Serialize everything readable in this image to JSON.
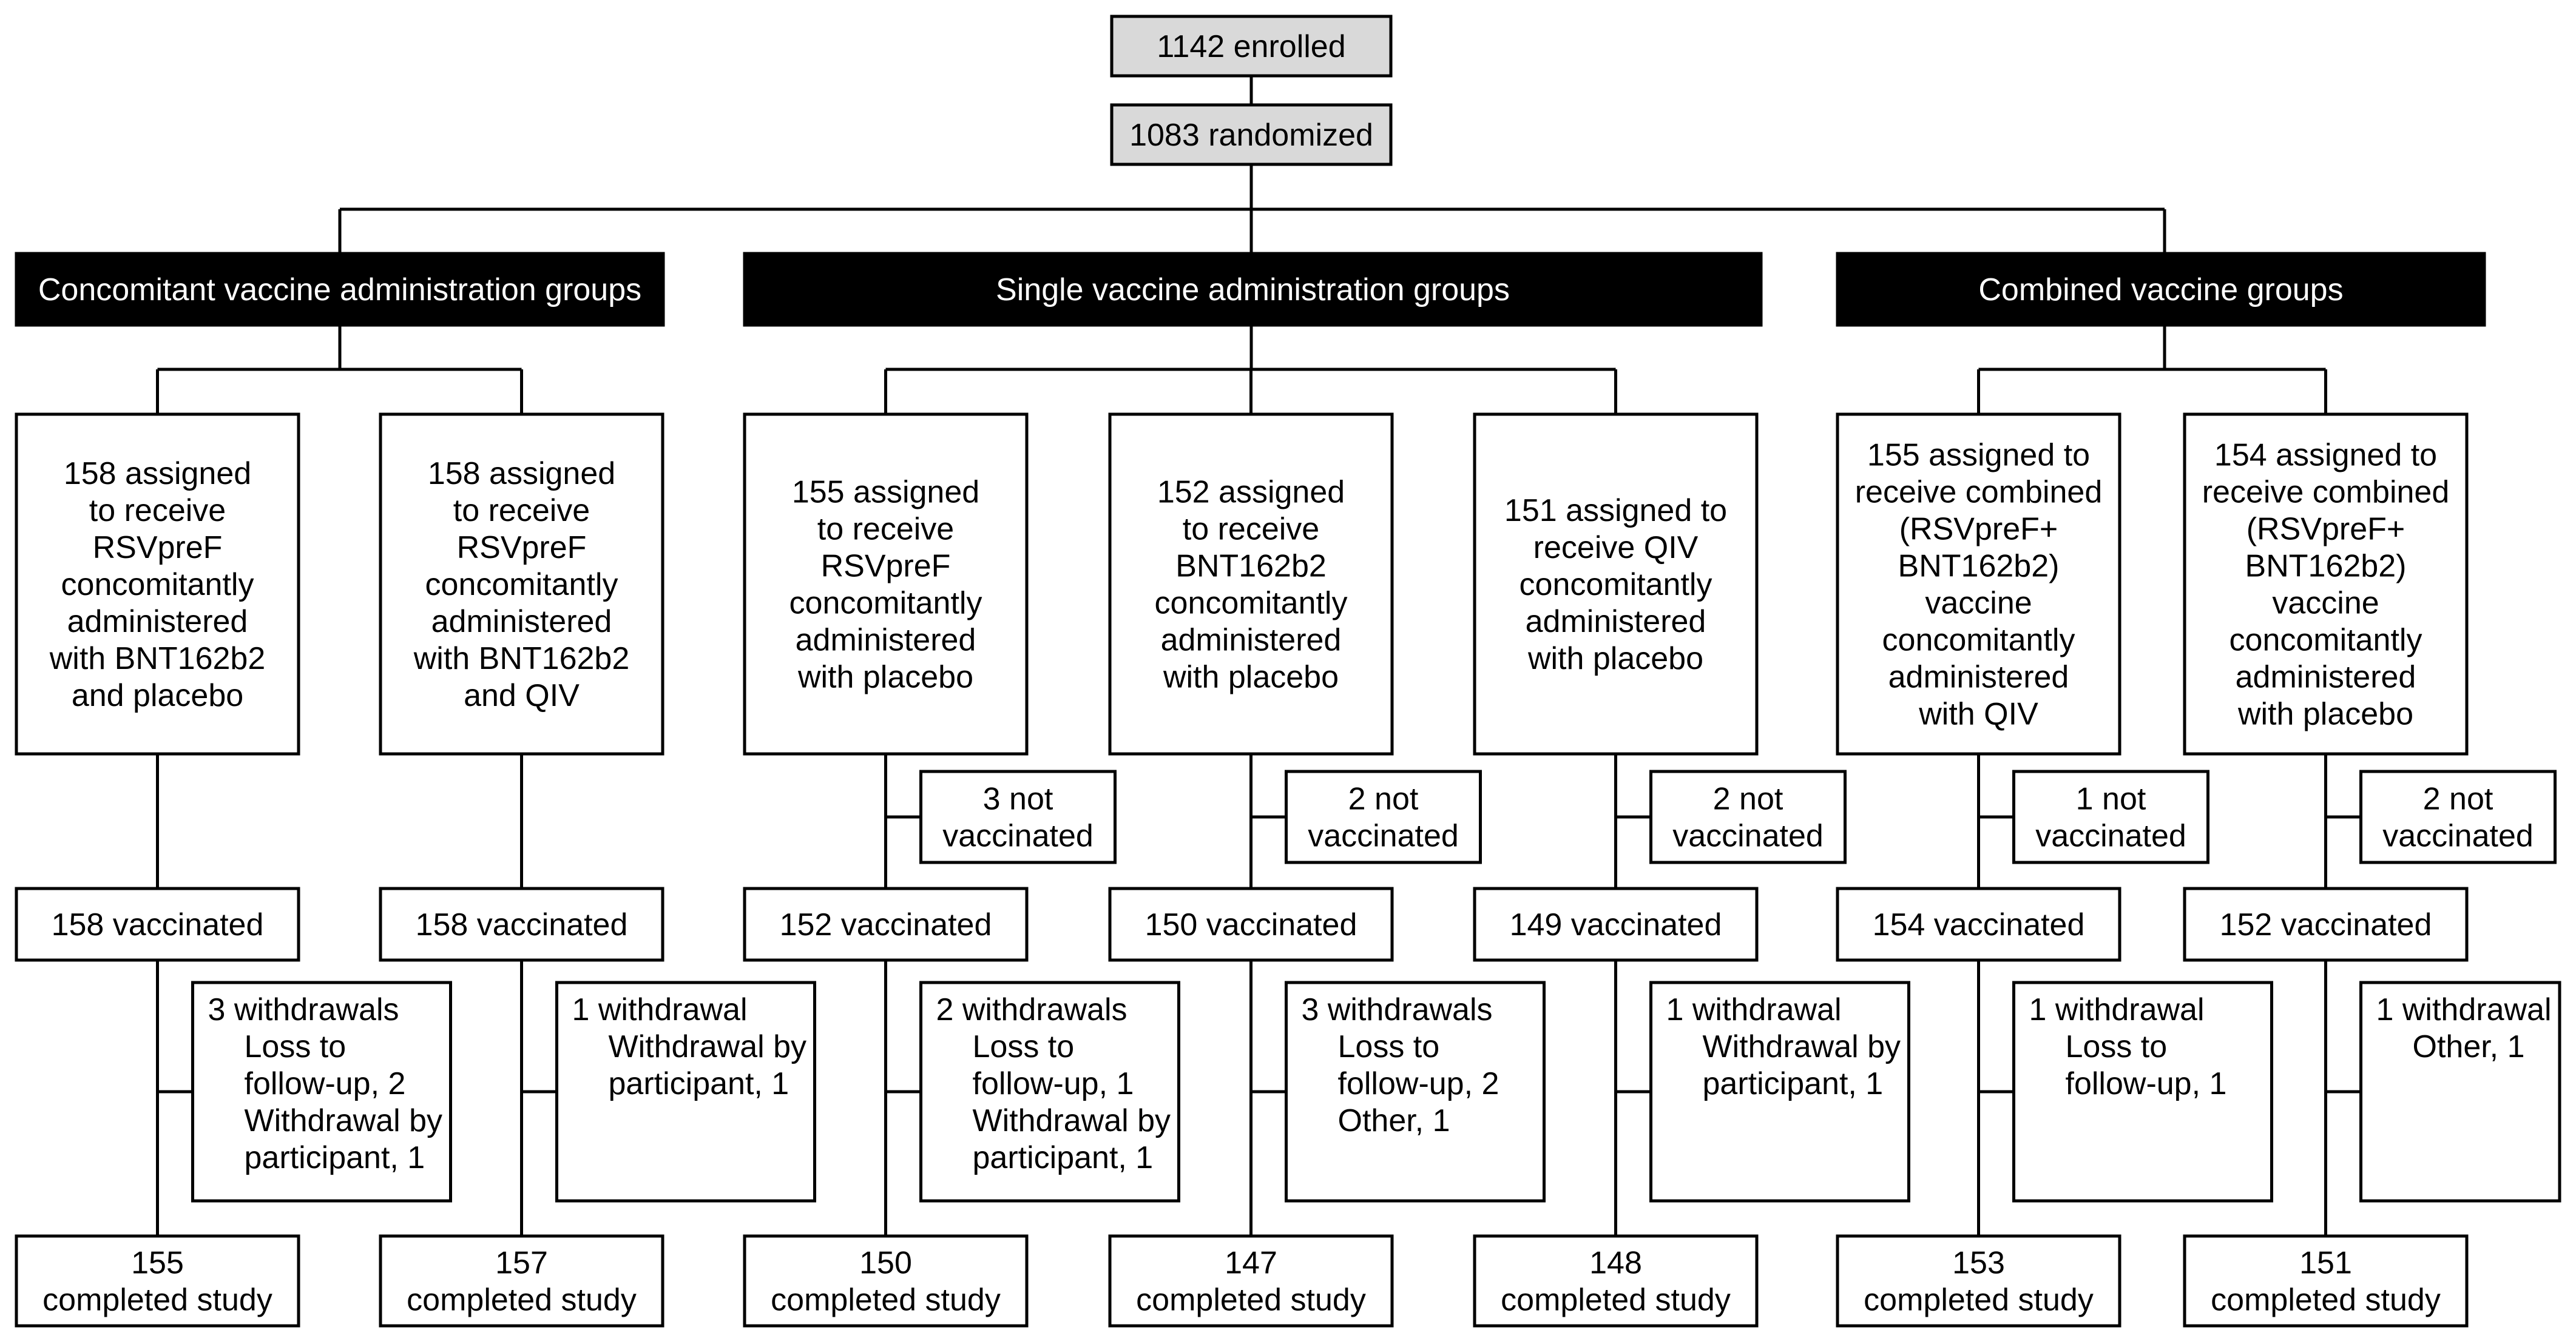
{
  "colors": {
    "top_box_fill": "#d9d9d9",
    "group_header_fill": "#000000",
    "group_header_text": "#ffffff",
    "line": "#000000",
    "box_fill": "#ffffff"
  },
  "top": {
    "enrolled": "1142 enrolled",
    "randomized": "1083 randomized"
  },
  "groups": [
    {
      "label": "Concomitant vaccine administration groups"
    },
    {
      "label": "Single vaccine administration groups"
    },
    {
      "label": "Combined vaccine groups"
    }
  ],
  "arms": [
    {
      "assigned": [
        "158 assigned",
        "to receive",
        "RSVpreF",
        "concomitantly",
        "administered",
        "with BNT162b2",
        "and placebo"
      ],
      "not_vaccinated": [],
      "vaccinated": "158 vaccinated",
      "withdrawals": [
        "3 withdrawals",
        "Loss to",
        "follow-up, 2",
        "Withdrawal by",
        "participant, 1"
      ],
      "completed": [
        "155",
        "completed study"
      ]
    },
    {
      "assigned": [
        "158 assigned",
        "to receive",
        "RSVpreF",
        "concomitantly",
        "administered",
        "with BNT162b2",
        "and QIV"
      ],
      "not_vaccinated": [],
      "vaccinated": "158 vaccinated",
      "withdrawals": [
        "1 withdrawal",
        "Withdrawal by",
        "participant, 1"
      ],
      "completed": [
        "157",
        "completed study"
      ]
    },
    {
      "assigned": [
        "155 assigned",
        "to receive",
        "RSVpreF",
        "concomitantly",
        "administered",
        "with placebo"
      ],
      "not_vaccinated": [
        "3 not",
        "vaccinated"
      ],
      "vaccinated": "152 vaccinated",
      "withdrawals": [
        "2 withdrawals",
        "Loss to",
        "follow-up, 1",
        "Withdrawal by",
        "participant, 1"
      ],
      "completed": [
        "150",
        "completed study"
      ]
    },
    {
      "assigned": [
        "152 assigned",
        "to receive",
        "BNT162b2",
        "concomitantly",
        "administered",
        "with placebo"
      ],
      "not_vaccinated": [
        "2 not",
        "vaccinated"
      ],
      "vaccinated": "150 vaccinated",
      "withdrawals": [
        "3 withdrawals",
        "Loss to",
        "follow-up, 2",
        "Other, 1"
      ],
      "completed": [
        "147",
        "completed study"
      ]
    },
    {
      "assigned": [
        "151 assigned to",
        "receive QIV",
        "concomitantly",
        "administered",
        "with placebo"
      ],
      "not_vaccinated": [
        "2 not",
        "vaccinated"
      ],
      "vaccinated": "149 vaccinated",
      "withdrawals": [
        "1 withdrawal",
        "Withdrawal by",
        "participant, 1"
      ],
      "completed": [
        "148",
        "completed study"
      ]
    },
    {
      "assigned": [
        "155 assigned to",
        "receive combined",
        "(RSVpreF+",
        "BNT162b2)",
        "vaccine",
        "concomitantly",
        "administered",
        "with QIV"
      ],
      "not_vaccinated": [
        "1 not",
        "vaccinated"
      ],
      "vaccinated": "154 vaccinated",
      "withdrawals": [
        "1 withdrawal",
        "Loss to",
        "follow-up, 1"
      ],
      "completed": [
        "153",
        "completed study"
      ]
    },
    {
      "assigned": [
        "154 assigned to",
        "receive combined",
        "(RSVpreF+",
        "BNT162b2)",
        "vaccine",
        "concomitantly",
        "administered",
        "with placebo"
      ],
      "not_vaccinated": [
        "2 not",
        "vaccinated"
      ],
      "vaccinated": "152 vaccinated",
      "withdrawals": [
        "1 withdrawal",
        "Other, 1"
      ],
      "completed": [
        "151",
        "completed study"
      ]
    }
  ]
}
